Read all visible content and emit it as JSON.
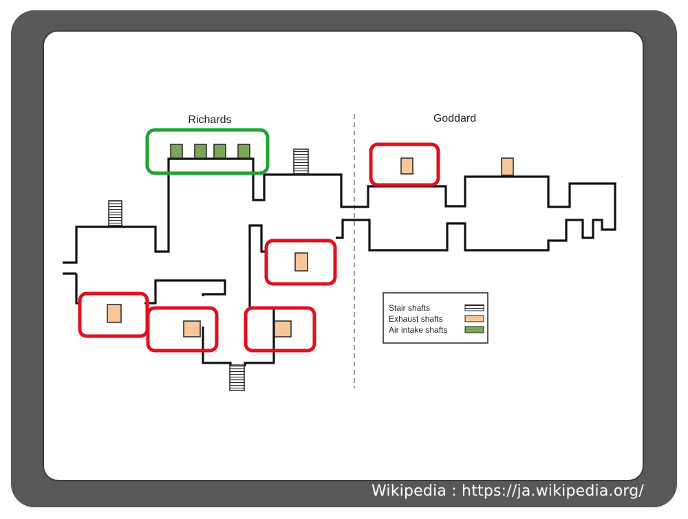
{
  "labels": {
    "left_building": "Richards",
    "right_building": "Goddard"
  },
  "legend": {
    "items": [
      {
        "label": "Stair shafts",
        "symbol": "stair"
      },
      {
        "label": "Exhaust shafts",
        "symbol": "exhaust"
      },
      {
        "label": "Air intake shafts",
        "symbol": "intake"
      }
    ]
  },
  "credit": "Wikipedia : https://ja.wikipedia.org/",
  "colors": {
    "frame": "#58585a",
    "exhaust_fill": "#f7c699",
    "intake_fill": "#7aa756",
    "highlight_red": "#e0101c",
    "highlight_green": "#1ea432"
  }
}
